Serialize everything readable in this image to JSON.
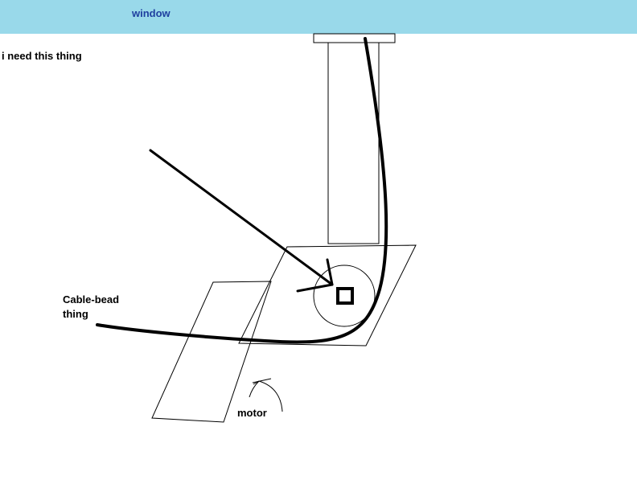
{
  "labels": {
    "window": "window",
    "need_thing": "i need this thing",
    "cable_bead": "Cable-bead thing",
    "motor": "motor"
  },
  "colors": {
    "banner": "#99d9ea",
    "banner_text": "#1f3f9f",
    "ink": "#000000"
  }
}
